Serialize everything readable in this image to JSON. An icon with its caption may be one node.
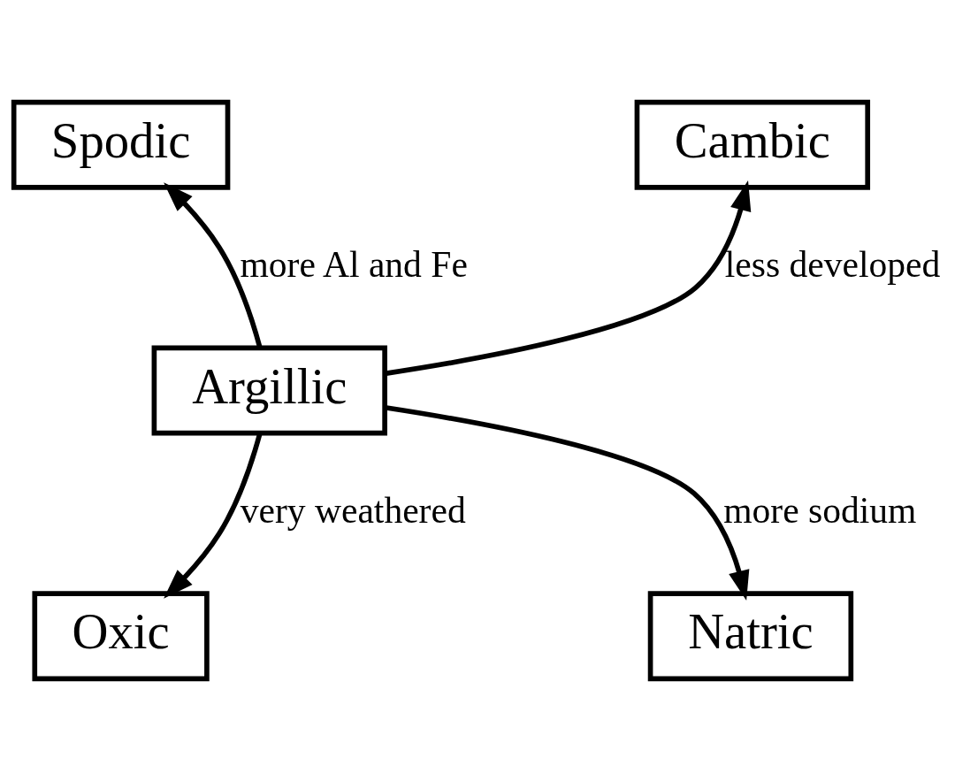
{
  "diagram": {
    "nodes": [
      {
        "text": [
          "Spodic"
        ]
      },
      {
        "text": [
          "Cambic"
        ]
      },
      {
        "text": [
          "Argillic"
        ]
      },
      {
        "text": [
          "Oxic"
        ]
      },
      {
        "text": [
          "Natric"
        ]
      }
    ],
    "edges": [
      {
        "from": 2,
        "to": 0,
        "arrow": "to",
        "label": "more Al and Fe"
      },
      {
        "from": 2,
        "to": 1,
        "arrow": "to",
        "label": "less developed"
      },
      {
        "from": 2,
        "to": 3,
        "arrow": "to",
        "label": "very weathered"
      },
      {
        "from": 2,
        "to": 4,
        "arrow": "to",
        "label": "more sodium"
      }
    ]
  }
}
